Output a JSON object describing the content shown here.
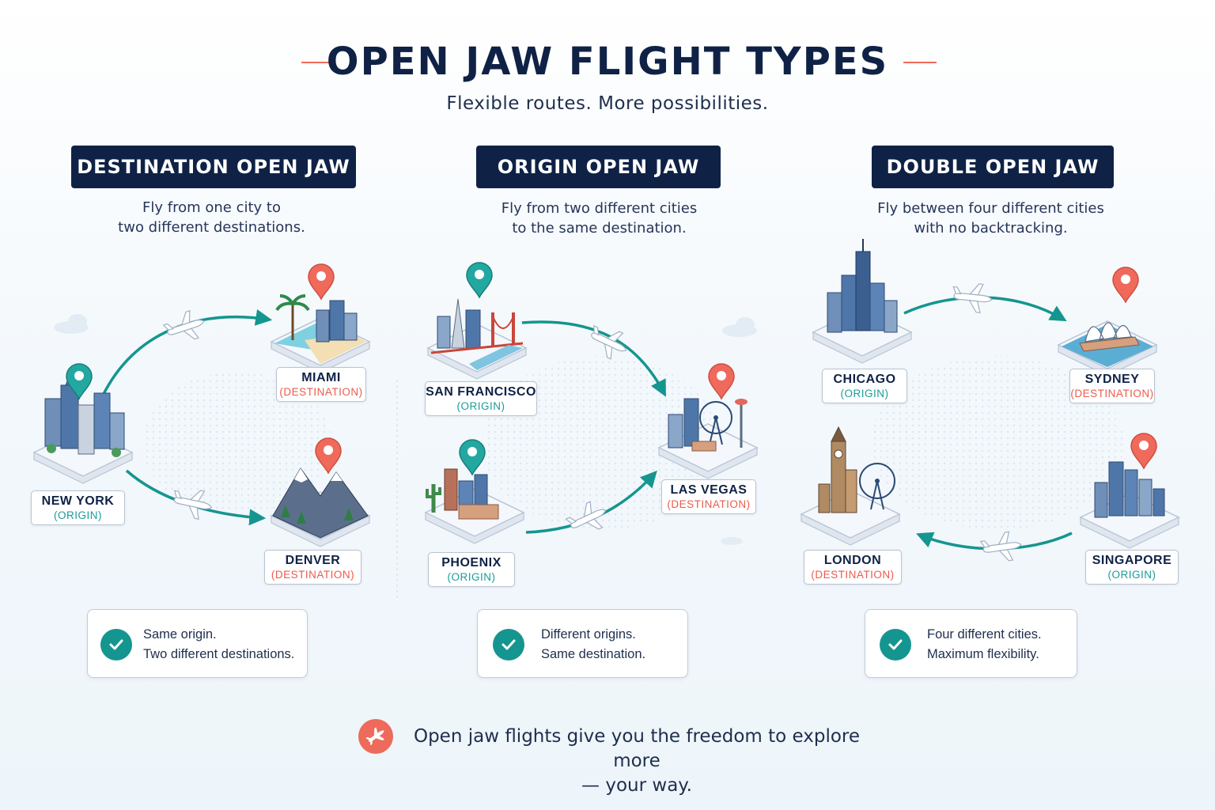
{
  "header": {
    "title": "OPEN JAW FLIGHT TYPES",
    "subtitle": "Flexible routes. More possibilities."
  },
  "colors": {
    "navy": "#0f2246",
    "teal": "#15958f",
    "coral": "#ee6a5b"
  },
  "panels": [
    {
      "badge": "DESTINATION OPEN JAW",
      "desc_line1": "Fly from one city to",
      "desc_line2": "two different destinations.",
      "cities": [
        {
          "name": "NEW YORK",
          "role": "(ORIGIN)"
        },
        {
          "name": "MIAMI",
          "role": "(DESTINATION)"
        },
        {
          "name": "DENVER",
          "role": "(DESTINATION)"
        }
      ],
      "info_line1": "Same origin.",
      "info_line2": "Two different destinations."
    },
    {
      "badge": "ORIGIN OPEN JAW",
      "desc_line1": "Fly from two different cities",
      "desc_line2": "to the same destination.",
      "cities": [
        {
          "name": "SAN FRANCISCO",
          "role": "(ORIGIN)"
        },
        {
          "name": "PHOENIX",
          "role": "(ORIGIN)"
        },
        {
          "name": "LAS VEGAS",
          "role": "(DESTINATION)"
        }
      ],
      "info_line1": "Different origins.",
      "info_line2": "Same destination."
    },
    {
      "badge": "DOUBLE OPEN JAW",
      "desc_line1": "Fly between four different cities",
      "desc_line2": "with no backtracking.",
      "cities": [
        {
          "name": "CHICAGO",
          "role": "(ORIGIN)"
        },
        {
          "name": "SYDNEY",
          "role": "(DESTINATION)"
        },
        {
          "name": "LONDON",
          "role": "(DESTINATION)"
        },
        {
          "name": "SINGAPORE",
          "role": "(ORIGIN)"
        }
      ],
      "info_line1": "Four different cities.",
      "info_line2": "Maximum flexibility."
    }
  ],
  "footer": {
    "icon": "airplane-icon",
    "line1": "Open jaw flights give you the freedom to explore more",
    "line2": "— your way."
  }
}
